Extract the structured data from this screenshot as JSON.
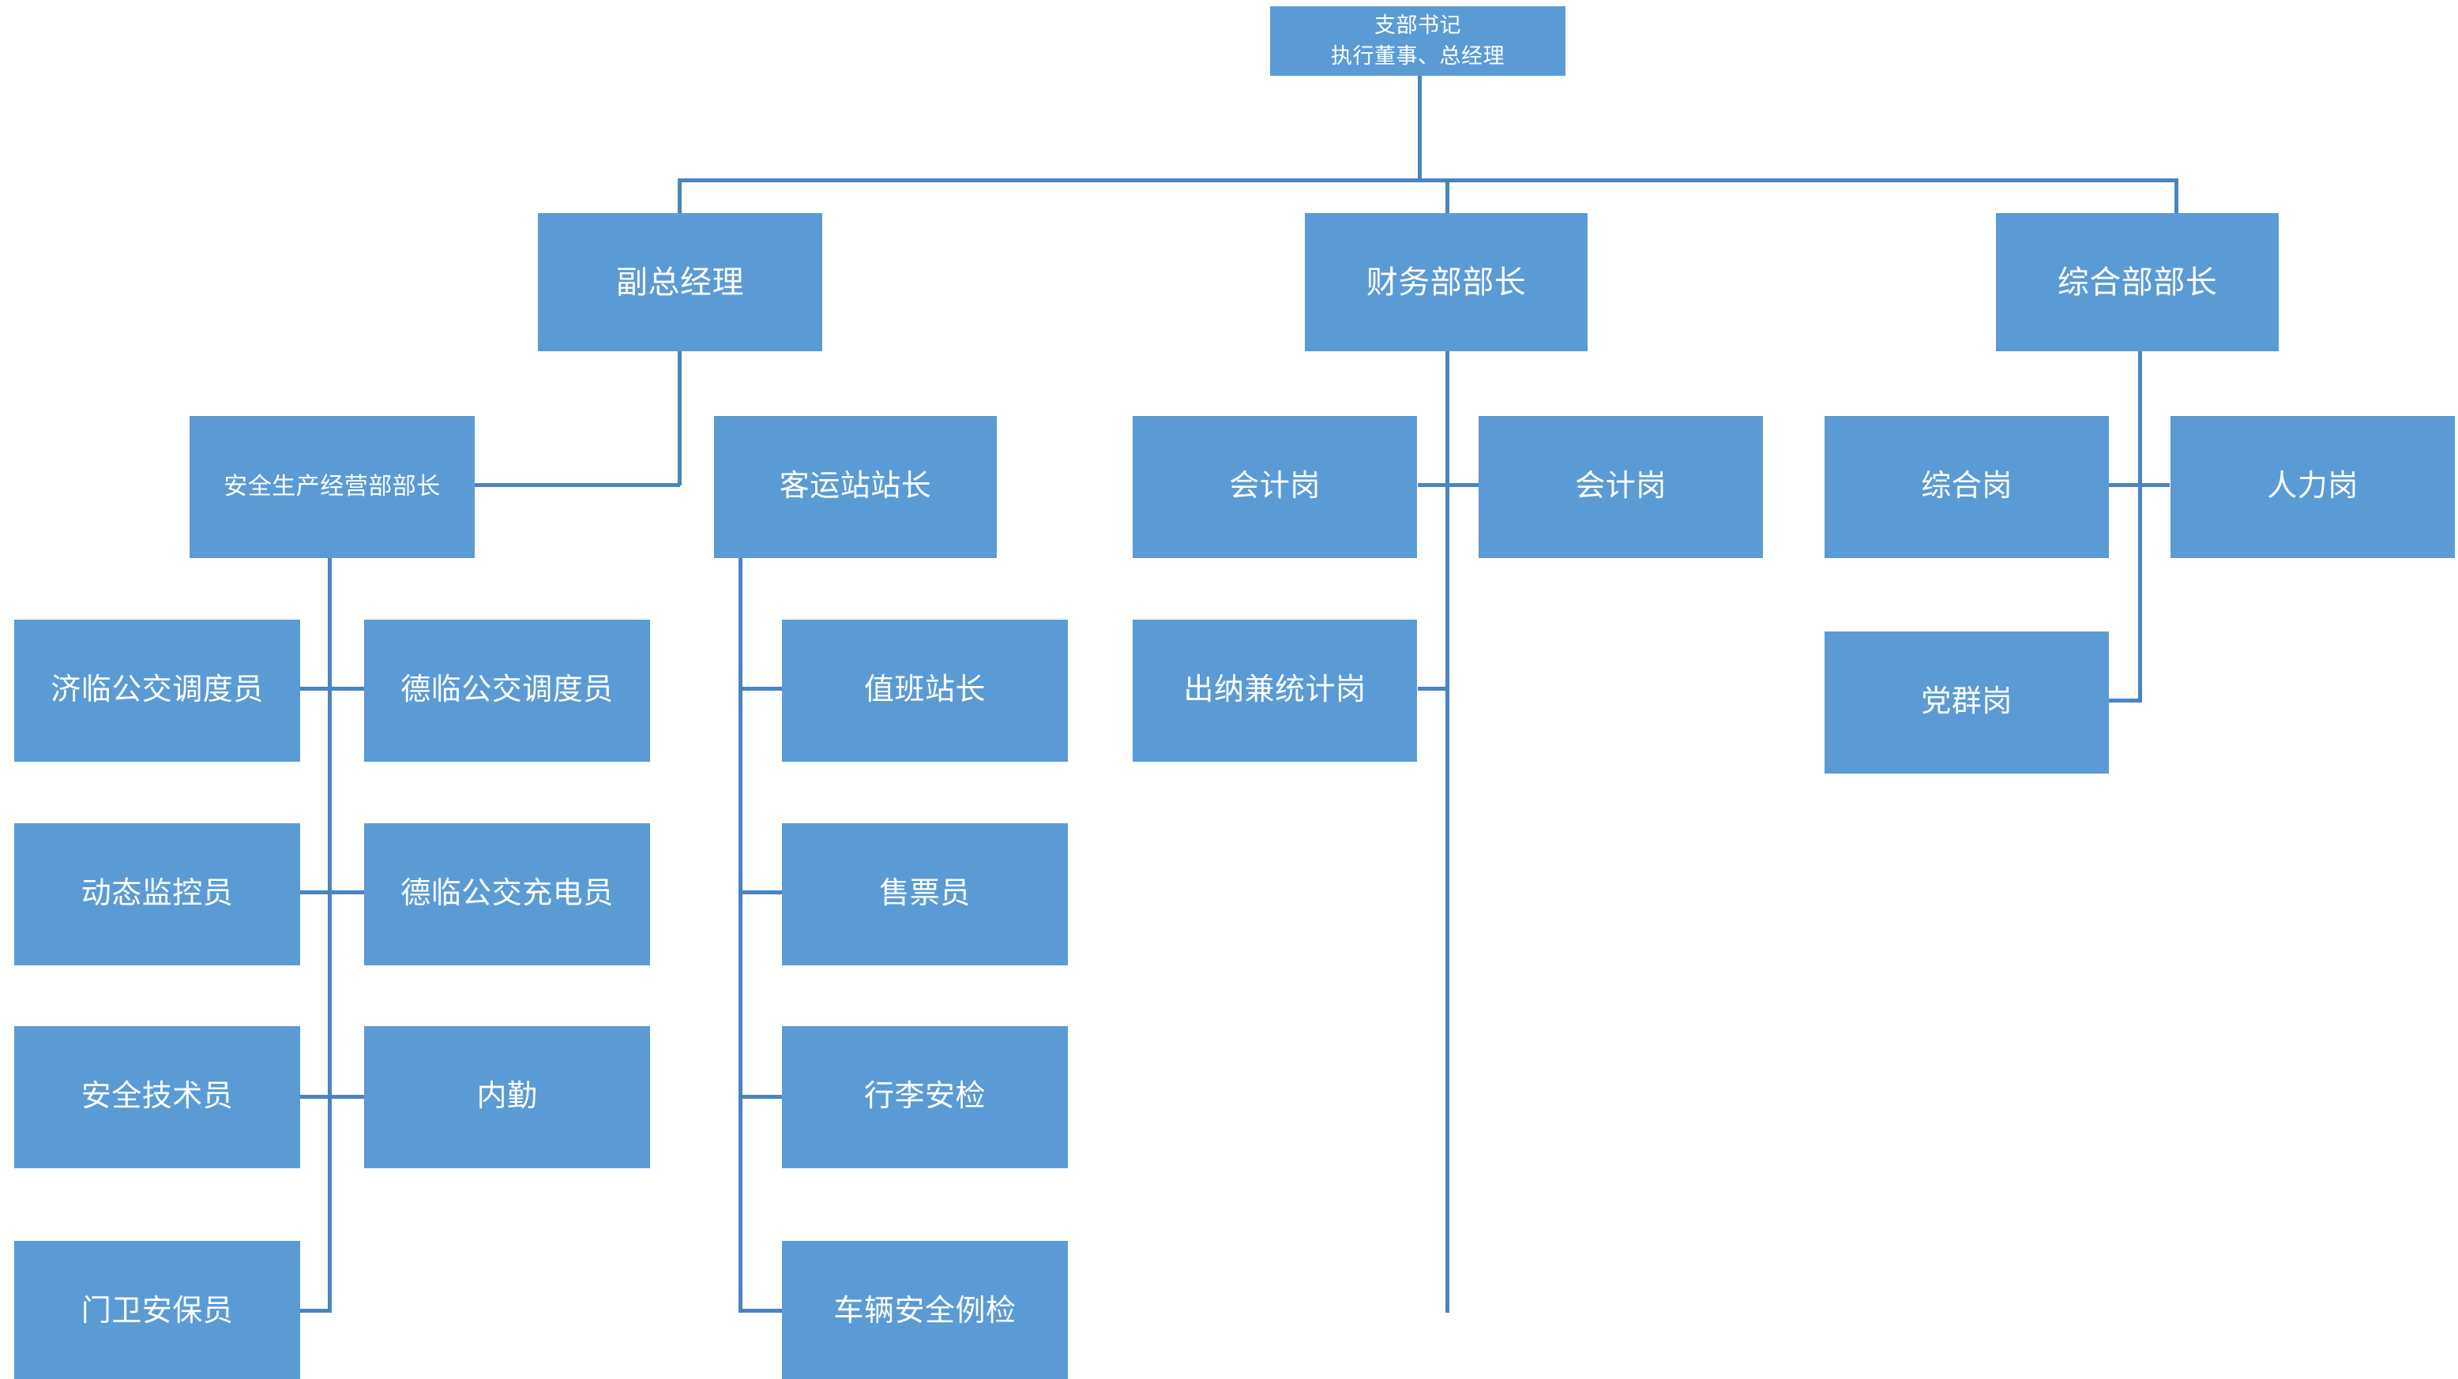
{
  "chart_data": {
    "type": "diagram",
    "title": "",
    "diagram_kind": "organization-chart",
    "orientation": "top-down",
    "colors": {
      "node_fill": "#5b9bd5",
      "node_text": "#ffffff",
      "connector": "#4a85bd",
      "background": "#ffffff"
    },
    "nodes": [
      {
        "id": "root",
        "level": 0,
        "line1": "支部书记",
        "line2": "执行董事、总经理",
        "parent": null
      },
      {
        "id": "deputy-gm",
        "level": 1,
        "label": "副总经理",
        "parent": "root"
      },
      {
        "id": "finance-head",
        "level": 1,
        "label": "财务部部长",
        "parent": "root"
      },
      {
        "id": "admin-head",
        "level": 1,
        "label": "综合部部长",
        "parent": "root"
      },
      {
        "id": "safety-head",
        "level": 2,
        "label": "安全生产经营部部长",
        "parent": "deputy-gm"
      },
      {
        "id": "station-head",
        "level": 2,
        "label": "客运站站长",
        "parent": "deputy-gm"
      },
      {
        "id": "accountant-1",
        "level": 2,
        "label": "会计岗",
        "parent": "finance-head"
      },
      {
        "id": "accountant-2",
        "level": 2,
        "label": "会计岗",
        "parent": "finance-head"
      },
      {
        "id": "cashier",
        "level": 2,
        "label": "出纳兼统计岗",
        "parent": "finance-head"
      },
      {
        "id": "general-post",
        "level": 2,
        "label": "综合岗",
        "parent": "admin-head"
      },
      {
        "id": "hr-post",
        "level": 2,
        "label": "人力岗",
        "parent": "admin-head"
      },
      {
        "id": "party-post",
        "level": 2,
        "label": "党群岗",
        "parent": "admin-head"
      },
      {
        "id": "jilin-dispatch",
        "level": 3,
        "label": "济临公交调度员",
        "parent": "safety-head"
      },
      {
        "id": "delin-dispatch",
        "level": 3,
        "label": "德临公交调度员",
        "parent": "safety-head"
      },
      {
        "id": "dynamic-monitor",
        "level": 3,
        "label": "动态监控员",
        "parent": "safety-head"
      },
      {
        "id": "delin-charger",
        "level": 3,
        "label": "德临公交充电员",
        "parent": "safety-head"
      },
      {
        "id": "safety-tech",
        "level": 3,
        "label": "安全技术员",
        "parent": "safety-head"
      },
      {
        "id": "office-clerk",
        "level": 3,
        "label": "内勤",
        "parent": "safety-head"
      },
      {
        "id": "gate-guard",
        "level": 3,
        "label": "门卫安保员",
        "parent": "safety-head"
      },
      {
        "id": "duty-chief",
        "level": 3,
        "label": "值班站长",
        "parent": "station-head"
      },
      {
        "id": "ticket-seller",
        "level": 3,
        "label": "售票员",
        "parent": "station-head"
      },
      {
        "id": "luggage-check",
        "level": 3,
        "label": "行李安检",
        "parent": "station-head"
      },
      {
        "id": "vehicle-check",
        "level": 3,
        "label": "车辆安全例检",
        "parent": "station-head"
      }
    ]
  }
}
